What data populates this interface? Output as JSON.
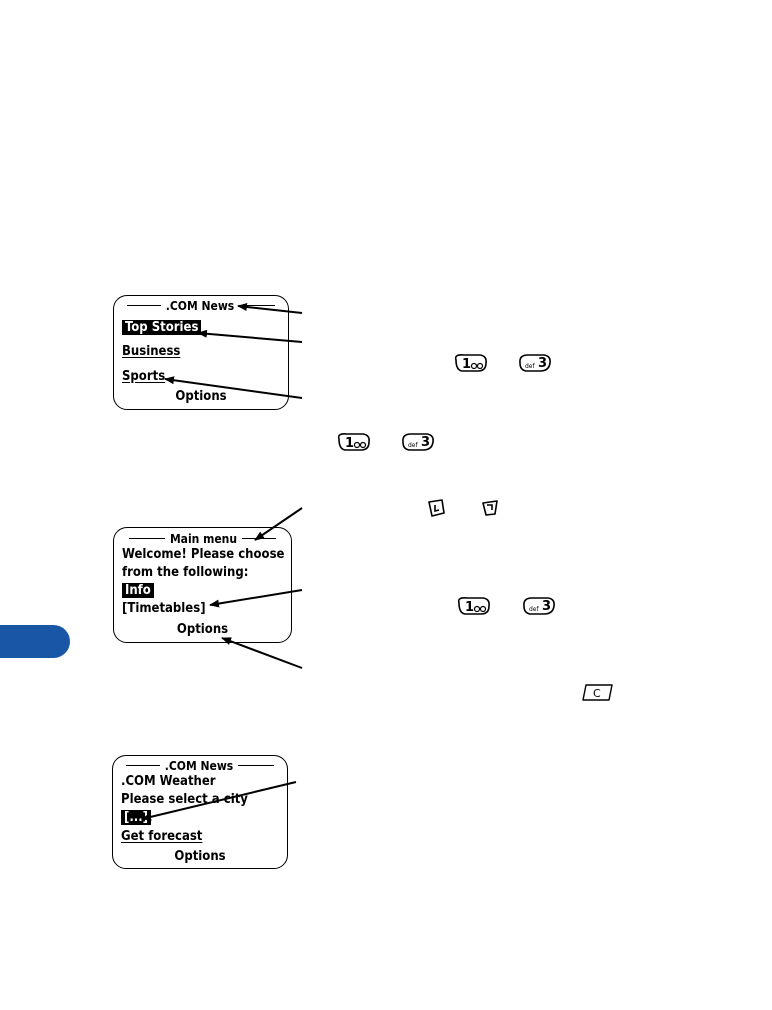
{
  "screen1": {
    "title": ".COM News",
    "items": [
      "Top Stories",
      "Business",
      "Sports"
    ],
    "softkey": "Options"
  },
  "screen2": {
    "title": "Main menu",
    "text_line1": "Welcome! Please choose",
    "text_line2": "from the following:",
    "item_selected": "Info",
    "item_link": "[Timetables]",
    "softkey": "Options"
  },
  "screen3": {
    "title": ".COM News",
    "line1": ".COM Weather",
    "line2": "Please select a city",
    "input_value": "[...]",
    "link": "Get forecast",
    "softkey": "Options"
  },
  "keys": {
    "key1_digit": "1",
    "key3_digit": "3",
    "key3_letters": "def",
    "clear_key": "C"
  },
  "colors": {
    "section_tab": "#1a56a6"
  }
}
